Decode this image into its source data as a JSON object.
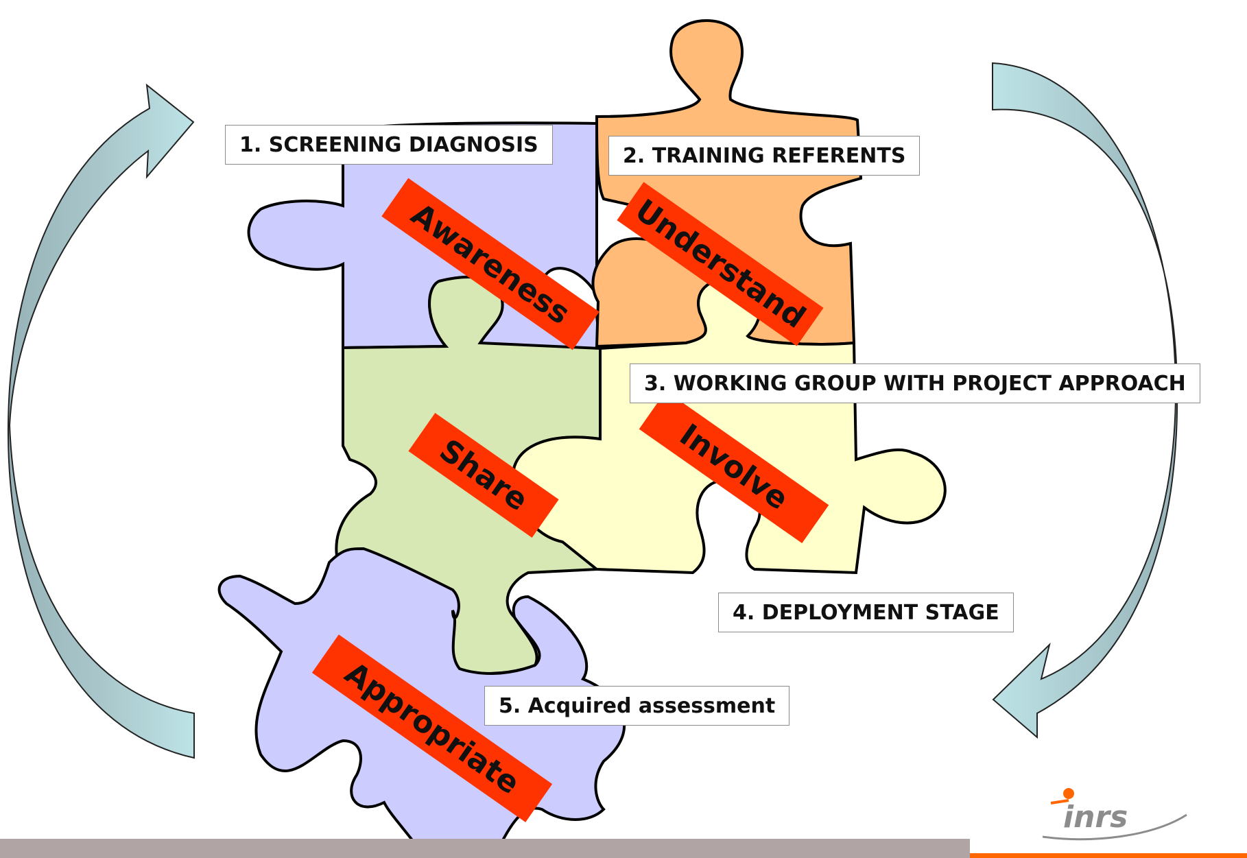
{
  "steps": [
    {
      "label": "1. SCREENING DIAGNOSIS"
    },
    {
      "label": "2. TRAINING REFERENTS"
    },
    {
      "label": "3. WORKING GROUP WITH PROJECT APPROACH"
    },
    {
      "label": "4. DEPLOYMENT STAGE"
    },
    {
      "label": "5. Acquired assessment"
    }
  ],
  "keywords": [
    "Awareness",
    "Understand",
    "Share",
    "Involve",
    "Appropriate"
  ],
  "logo": {
    "text": "inrs"
  },
  "colors": {
    "piece_lavender": "#ccccff",
    "piece_orange": "#ffbb77",
    "piece_green": "#d8e8b4",
    "piece_yellow": "#ffffcc",
    "keyword_banner": "#ff3300",
    "arrow_left": "#b8dde0",
    "arrow_right_dark": "#97b3b8",
    "bottom_band": "#b0a4a4",
    "bottom_accent": "#ff6600"
  }
}
